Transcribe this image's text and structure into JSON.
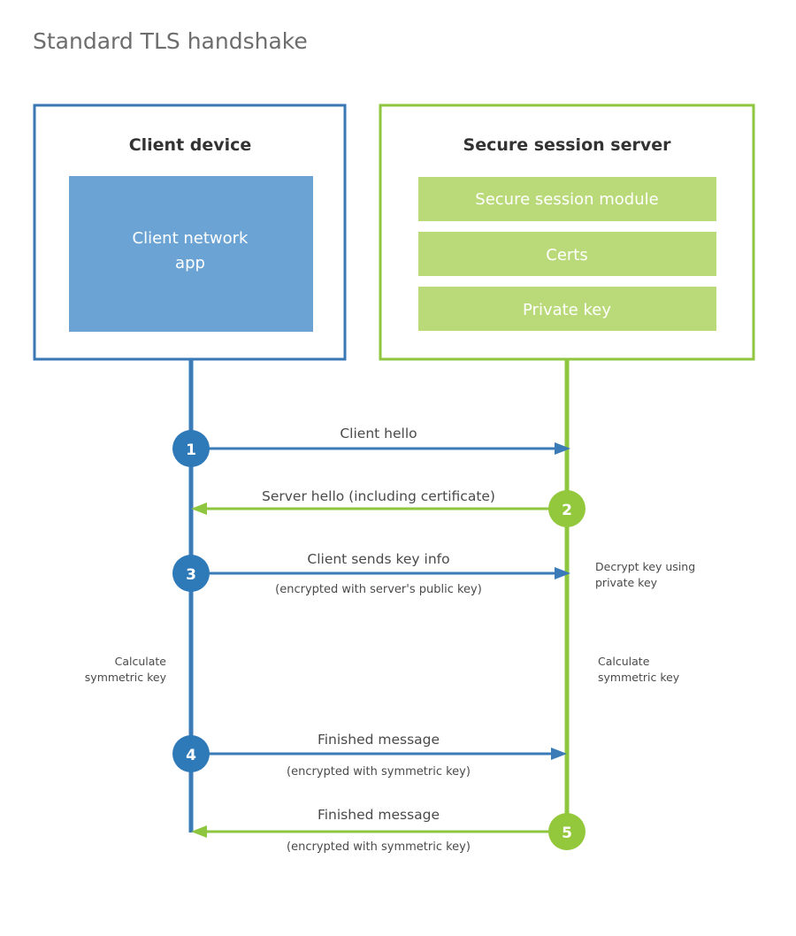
{
  "title": "Standard TLS handshake",
  "colors": {
    "client_border": "#3a77b5",
    "client_fill": "#6ba4d4",
    "client_line": "#3a7bb8",
    "server_border": "#8fc63f",
    "server_fill": "#bada79",
    "server_line": "#8ec63f",
    "circle_blue": "#2e7ab8",
    "circle_green": "#93c83d",
    "title_text": "#6d6d6d",
    "body_text": "#4a4a4a",
    "heading_text": "#333333",
    "background": "#ffffff"
  },
  "client_panel": {
    "title": "Client device",
    "module": "Client network app",
    "module_line1": "Client network",
    "module_line2": "app"
  },
  "server_panel": {
    "title": "Secure session server",
    "modules": [
      "Secure session module",
      "Certs",
      "Private key"
    ]
  },
  "steps": [
    {
      "number": "1",
      "label": "Client hello",
      "sublabel": "",
      "direction": "client-to-server",
      "color": "blue"
    },
    {
      "number": "2",
      "label": "Server hello (including certificate)",
      "sublabel": "",
      "direction": "server-to-client",
      "color": "green"
    },
    {
      "number": "3",
      "label": "Client sends key info",
      "sublabel": "(encrypted with server's public key)",
      "direction": "client-to-server",
      "color": "blue"
    },
    {
      "number": "4",
      "label": "Finished message",
      "sublabel": "(encrypted with symmetric key)",
      "direction": "client-to-server",
      "color": "blue"
    },
    {
      "number": "5",
      "label": "Finished message",
      "sublabel": "(encrypted with symmetric key)",
      "direction": "server-to-client",
      "color": "green"
    }
  ],
  "notes": {
    "server_decrypt_line1": "Decrypt key using",
    "server_decrypt_line2": "private key",
    "client_calc_line1": "Calculate",
    "client_calc_line2": "symmetric key",
    "server_calc_line1": "Calculate",
    "server_calc_line2": "symmetric key"
  }
}
